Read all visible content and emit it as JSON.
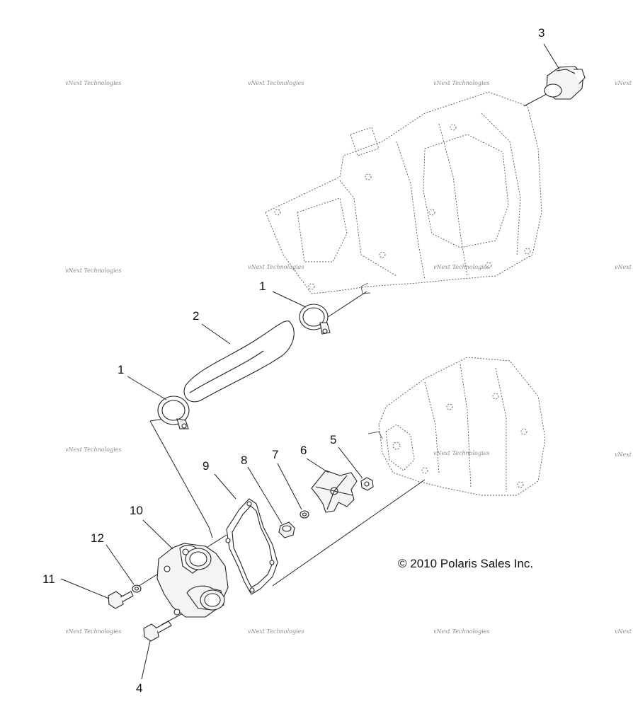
{
  "copyright": "© 2010 Polaris Sales Inc.",
  "watermark_text": "vNext Technologies",
  "callouts": {
    "p1_top": "1",
    "p1_bottom": "1",
    "p2": "2",
    "p3": "3",
    "p4": "4",
    "p5": "5",
    "p6": "6",
    "p7": "7",
    "p8": "8",
    "p9": "9",
    "p10": "10",
    "p11": "11",
    "p12": "12"
  }
}
